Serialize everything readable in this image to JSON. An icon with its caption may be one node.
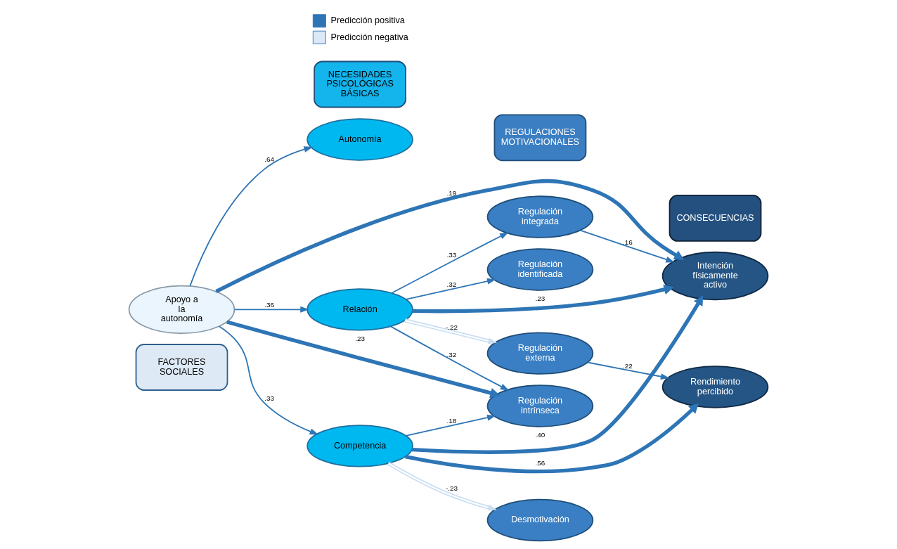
{
  "diagram": {
    "nodes": [
      {
        "text": [
          "FACTORES SOCIALES"
        ]
      },
      {
        "text": [
          "NECESIDADES PSICOLÓGICAS BÁSICAS"
        ]
      },
      {
        "text": [
          "REGULACIONES MOTIVACIONALES"
        ]
      },
      {
        "text": [
          "CONSECUENCIAS"
        ]
      },
      {
        "text": [
          "Apoyo a la autonomía"
        ]
      },
      {
        "text": [
          "Autonomía"
        ]
      },
      {
        "text": [
          "Competencia"
        ]
      },
      {
        "text": [
          "Relación"
        ]
      },
      {
        "text": [
          "Regulación intrínseca"
        ]
      },
      {
        "text": [
          "Regulación integrada"
        ]
      },
      {
        "text": [
          "Regulación identificada"
        ]
      },
      {
        "text": [
          "Regulación externa"
        ]
      },
      {
        "text": [
          "Desmotivación"
        ]
      },
      {
        "text": [
          "Intención físicamente activo"
        ]
      },
      {
        "text": [
          "Rendimiento percibido"
        ]
      }
    ],
    "edges": [
      {
        "from": 4,
        "to": 13,
        "arrow": "to",
        "label": ".19",
        "style": "thick"
      },
      {
        "from": 4,
        "to": 8,
        "arrow": "to",
        "label": ".23",
        "style": "thick"
      },
      {
        "from": 4,
        "to": 5,
        "arrow": "to",
        "label": ".64"
      },
      {
        "from": 4,
        "to": 6,
        "arrow": "to",
        "label": ".33"
      },
      {
        "from": 4,
        "to": 7,
        "arrow": "to",
        "label": ".36"
      },
      {
        "from": 6,
        "to": 8,
        "arrow": "to",
        "label": ".18"
      },
      {
        "from": 6,
        "to": 13,
        "arrow": "to",
        "label": ".40",
        "style": "thick"
      },
      {
        "from": 6,
        "to": 14,
        "arrow": "to",
        "label": ".56",
        "style": "thick"
      },
      {
        "from": 7,
        "to": 8,
        "arrow": "to",
        "label": ".32"
      },
      {
        "from": 7,
        "to": 9,
        "arrow": "to",
        "label": ".33"
      },
      {
        "from": 7,
        "to": 13,
        "arrow": "to",
        "label": ".23",
        "style": "thick"
      },
      {
        "from": 9,
        "to": 13,
        "arrow": "to",
        "label": ".16"
      },
      {
        "from": 7,
        "to": 10,
        "arrow": "to",
        "label": ".32"
      },
      {
        "from": 7,
        "to": 11,
        "arrow": "to",
        "label": "-.22",
        "color": "#c9def2"
      },
      {
        "from": 6,
        "to": 12,
        "arrow": "to",
        "label": "-.23",
        "color": "#c9def2"
      },
      {
        "from": 11,
        "to": 14,
        "arrow": "to",
        "label": ".22"
      }
    ],
    "legend": [
      {
        "text": "Predicción positiva",
        "color": "#2e75b6"
      },
      {
        "text": "Predicción negativa",
        "color": "#dbe9f7"
      }
    ]
  }
}
